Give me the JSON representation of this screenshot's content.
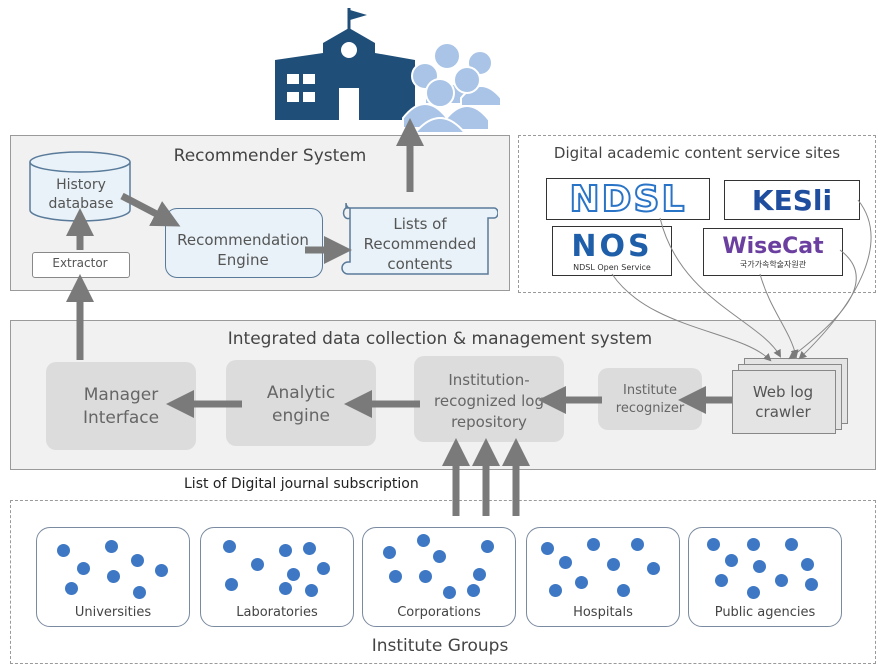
{
  "recommender": {
    "title": "Recommender System",
    "history_db": "History database",
    "extractor": "Extractor",
    "engine": "Recommendation Engine",
    "lists": "Lists of Recommended contents"
  },
  "sites": {
    "title": "Digital academic content service sites",
    "ndsl": "NDSL",
    "kesli": "KESli",
    "nos": "NOS",
    "nos_sub": "NDSL Open Service",
    "wisecat": "WiseCat",
    "wisecat_sub": "국가가속학술자원관"
  },
  "integrated": {
    "title": "Integrated data collection  &  management system",
    "manager": "Manager Interface",
    "analytic": "Analytic engine",
    "repository": "Institution-recognized log repository",
    "recognizer": "Institute recognizer",
    "crawler": "Web log crawler"
  },
  "subscription_label": "List of Digital journal subscription",
  "groups": {
    "title": "Institute Groups",
    "items": [
      "Universities",
      "Laboratories",
      "Corporations",
      "Hospitals",
      "Public agencies"
    ]
  },
  "colors": {
    "dot": "#3e78c4",
    "school": "#1f4e79",
    "people": "#a9c4e6"
  },
  "icons": [
    "school-icon",
    "people-icon"
  ]
}
